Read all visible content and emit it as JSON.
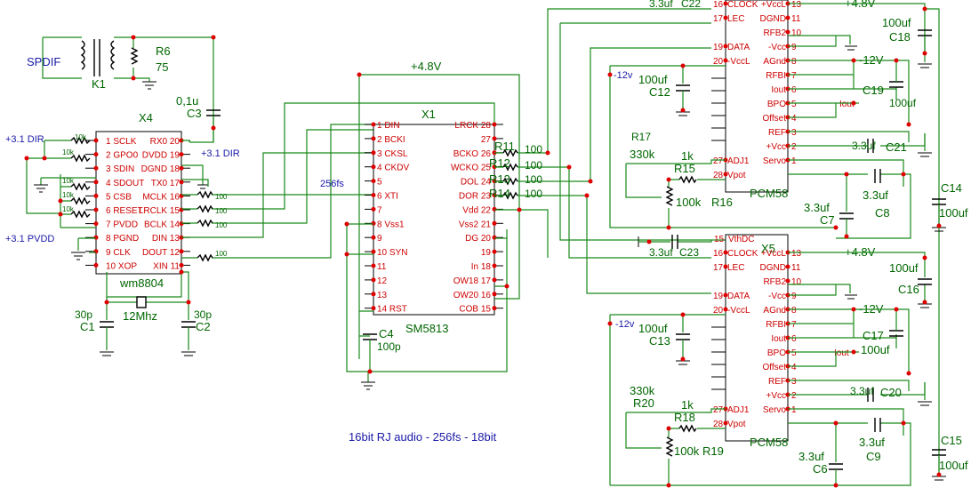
{
  "title": "16bit RJ audio - 256fs - 18bit",
  "supply": {
    "p48": "+4.8V",
    "m12": "-12V",
    "m12b": "-12v",
    "p31dir": "+3.1 DIR",
    "p31pvdd": "+3.1 PVDD"
  },
  "spdif": {
    "label": "SPDIF",
    "k1": "K1",
    "r6": "R6",
    "r6v": "75"
  },
  "c3": {
    "val": "0,1u",
    "ref": "C3"
  },
  "x4": {
    "ref": "X4",
    "name": "wm8804",
    "left": [
      {
        "n": "1",
        "s": "SCLK"
      },
      {
        "n": "2",
        "s": "GPO0"
      },
      {
        "n": "3",
        "s": "SDIN"
      },
      {
        "n": "4",
        "s": "SDOUT"
      },
      {
        "n": "5",
        "s": "CSB"
      },
      {
        "n": "6",
        "s": "RESET"
      },
      {
        "n": "7",
        "s": "PVDD"
      },
      {
        "n": "8",
        "s": "PGND"
      },
      {
        "n": "9",
        "s": "CLK"
      },
      {
        "n": "10",
        "s": "XOP"
      }
    ],
    "right": [
      {
        "n": "20",
        "s": "RX0"
      },
      {
        "n": "19",
        "s": "DVDD"
      },
      {
        "n": "18",
        "s": "DGND"
      },
      {
        "n": "17",
        "s": "TX0"
      },
      {
        "n": "16",
        "s": "MCLK"
      },
      {
        "n": "15",
        "s": "LRCLK"
      },
      {
        "n": "14",
        "s": "BCLK"
      },
      {
        "n": "13",
        "s": "DIN"
      },
      {
        "n": "12",
        "s": "DOUT"
      },
      {
        "n": "11",
        "s": "XIN"
      }
    ]
  },
  "res10k": "10k",
  "res100": "100",
  "xtal": {
    "freq": "12Mhz",
    "c1": "C1",
    "c2": "C2",
    "cv": "30p"
  },
  "x1": {
    "ref": "X1",
    "name": "SM5813",
    "fs": "256fs",
    "left": [
      {
        "n": "1",
        "s": "DIN"
      },
      {
        "n": "2",
        "s": "BCKI"
      },
      {
        "n": "3",
        "s": "CKSL"
      },
      {
        "n": "4",
        "s": "CKDV"
      },
      {
        "n": "5",
        "s": ""
      },
      {
        "n": "6",
        "s": "XTI"
      },
      {
        "n": "7",
        "s": ""
      },
      {
        "n": "8",
        "s": "Vss1"
      },
      {
        "n": "9",
        "s": ""
      },
      {
        "n": "10",
        "s": "SYN"
      },
      {
        "n": "11",
        "s": ""
      },
      {
        "n": "12",
        "s": ""
      },
      {
        "n": "13",
        "s": ""
      },
      {
        "n": "14",
        "s": "RST"
      }
    ],
    "right": [
      {
        "n": "28",
        "s": "LRCK"
      },
      {
        "n": "27",
        "s": ""
      },
      {
        "n": "26",
        "s": "BCKO"
      },
      {
        "n": "25",
        "s": "WCKO"
      },
      {
        "n": "24",
        "s": "DOL"
      },
      {
        "n": "23",
        "s": "DOR"
      },
      {
        "n": "22",
        "s": "Vdd"
      },
      {
        "n": "21",
        "s": "Vss2"
      },
      {
        "n": "20",
        "s": "DG"
      },
      {
        "n": "19",
        "s": ""
      },
      {
        "n": "18",
        "s": "In"
      },
      {
        "n": "17",
        "s": "OW18"
      },
      {
        "n": "16",
        "s": "OW20"
      },
      {
        "n": "15",
        "s": "COB"
      }
    ]
  },
  "c4": {
    "ref": "C4",
    "val": "100p"
  },
  "r11": "R11",
  "r12": "R12",
  "r13": "R13",
  "r14": "R14",
  "pcm": {
    "name": "PCM58",
    "left": [
      {
        "n": "16",
        "s": "CLOCK"
      },
      {
        "n": "17",
        "s": "LEC"
      },
      {
        "n": "19",
        "s": "DATA"
      },
      {
        "n": "20",
        "s": "-VccL"
      },
      {
        "n": "27",
        "s": "ADJ1"
      },
      {
        "n": "28",
        "s": "Vpot"
      }
    ],
    "right": [
      {
        "n": "13",
        "s": "+VccL"
      },
      {
        "n": "11",
        "s": "DGND"
      },
      {
        "n": "10",
        "s": "RFB2"
      },
      {
        "n": "9",
        "s": "-Vcc"
      },
      {
        "n": "8",
        "s": "AGnd"
      },
      {
        "n": "7",
        "s": "RFBI"
      },
      {
        "n": "6",
        "s": "Iout"
      },
      {
        "n": "5",
        "s": "BPO"
      },
      {
        "n": "4",
        "s": "Offset"
      },
      {
        "n": "3",
        "s": "REF"
      },
      {
        "n": "2",
        "s": "+Vcc"
      },
      {
        "n": "1",
        "s": "Servo"
      }
    ]
  },
  "x5": {
    "ref": "X5",
    "vthdc": "VthDC",
    "pin15": "15"
  },
  "iout": "Iout",
  "caps": {
    "v100uf": "100uf",
    "v33uf": "3.3uf",
    "C22": "C22",
    "C18": "C18",
    "C12": "C12",
    "C19": "C19",
    "C21": "C21",
    "C14": "C14",
    "C8": "C8",
    "C7": "C7",
    "C23": "C23",
    "C16": "C16",
    "C13": "C13",
    "C17": "C17",
    "C20": "C20",
    "C15": "C15",
    "C9": "C9",
    "C6": "C6"
  },
  "res": {
    "R17": "R17",
    "R15": "R15",
    "R16": "R16",
    "R20": "R20",
    "R18": "R18",
    "R19": "R19",
    "v330k": "330k",
    "v1k": "1k",
    "v100k": "100k"
  }
}
